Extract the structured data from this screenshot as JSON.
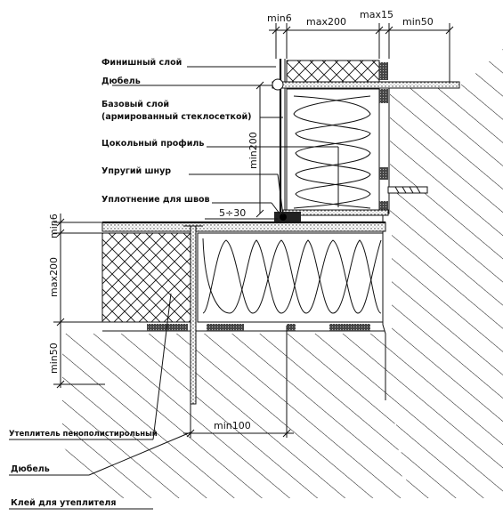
{
  "dimensions": {
    "top_min6": "min6",
    "top_max200": "max200",
    "top_max15": "max15",
    "top_min50": "min50",
    "vert_min200": "min200",
    "gap_5_30": "5÷30",
    "left_min6": "min6",
    "left_max200": "max200",
    "left_min50": "min50",
    "bottom_min100": "min100"
  },
  "labels": {
    "finish_layer": "Финишный слой",
    "dowel_top": "Дюбель",
    "base_layer_1": "Базовый слой",
    "base_layer_2": "(армированный стеклосеткой)",
    "plinth_profile": "Цокольный профиль",
    "elastic_cord": "Упругий шнур",
    "joint_seal": "Уплотнение для швов",
    "insulation_eps": "Утеплитель пенополистирольный",
    "dowel_bottom": "Дюбель",
    "insulation_glue": "Клей для утеплителя"
  }
}
